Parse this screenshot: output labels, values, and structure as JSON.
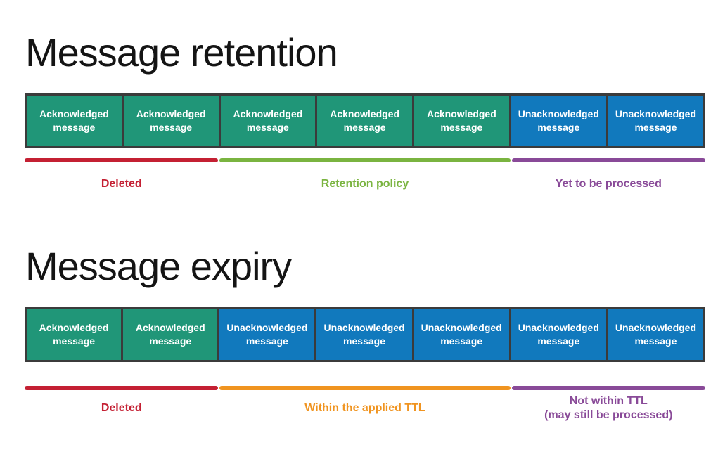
{
  "colors": {
    "acknowledged": "#209678",
    "unacknowledged": "#1179bd",
    "box_border": "#3b3b3b",
    "box_text": "#ffffff",
    "title_text": "#141414",
    "deleted": "#c42033",
    "retention": "#7ab440",
    "pending": "#894a98",
    "ttl": "#f09420"
  },
  "diagrams": [
    {
      "id": "message-retention",
      "title": "Message retention",
      "boxes": [
        {
          "label": "Acknowledged message",
          "type": "acknowledged"
        },
        {
          "label": "Acknowledged message",
          "type": "acknowledged"
        },
        {
          "label": "Acknowledged message",
          "type": "acknowledged"
        },
        {
          "label": "Acknowledged message",
          "type": "acknowledged"
        },
        {
          "label": "Acknowledged message",
          "type": "acknowledged"
        },
        {
          "label": "Unacknowledged message",
          "type": "unacknowledged"
        },
        {
          "label": "Unacknowledged message",
          "type": "unacknowledged"
        }
      ],
      "segments": [
        {
          "label": "Deleted",
          "key": "deleted",
          "span": 2
        },
        {
          "label": "Retention policy",
          "key": "retention",
          "span": 3
        },
        {
          "label": "Yet to be processed",
          "key": "pending",
          "span": 2
        }
      ]
    },
    {
      "id": "message-expiry",
      "title": "Message expiry",
      "boxes": [
        {
          "label": "Acknowledged message",
          "type": "acknowledged"
        },
        {
          "label": "Acknowledged message",
          "type": "acknowledged"
        },
        {
          "label": "Unacknowledged message",
          "type": "unacknowledged"
        },
        {
          "label": "Unacknowledged message",
          "type": "unacknowledged"
        },
        {
          "label": "Unacknowledged message",
          "type": "unacknowledged"
        },
        {
          "label": "Unacknowledged message",
          "type": "unacknowledged"
        },
        {
          "label": "Unacknowledged message",
          "type": "unacknowledged"
        }
      ],
      "segments": [
        {
          "label": "Deleted",
          "key": "deleted",
          "span": 2
        },
        {
          "label": "Within the applied TTL",
          "key": "ttl",
          "span": 3
        },
        {
          "label": "Not within TTL\n(may still be processed)",
          "key": "pending",
          "span": 2
        }
      ]
    }
  ]
}
